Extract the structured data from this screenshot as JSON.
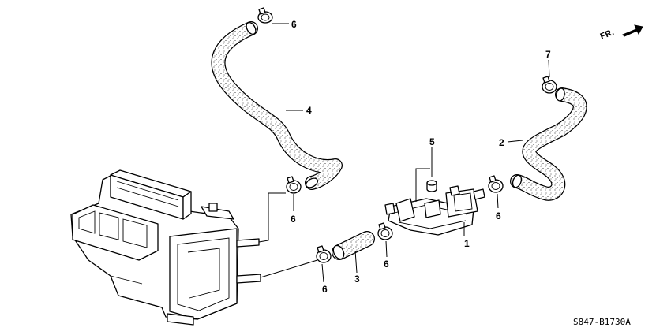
{
  "diagram": {
    "direction_label": "FR.",
    "code": "S847-B1730A",
    "callouts": {
      "c1": "1",
      "c2": "2",
      "c3": "3",
      "c4": "4",
      "c5": "5",
      "c6a": "6",
      "c6b": "6",
      "c6c": "6",
      "c6d": "6",
      "c6e": "6",
      "c7": "7"
    }
  }
}
